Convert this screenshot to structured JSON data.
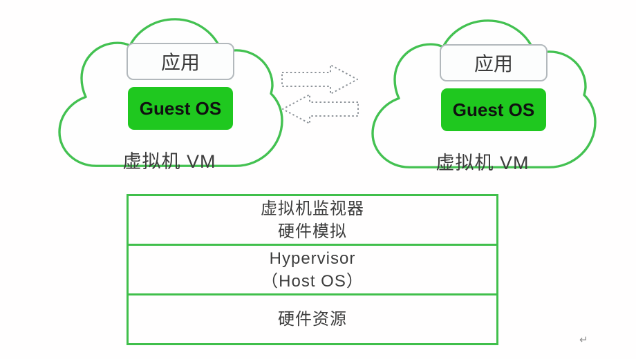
{
  "clouds": [
    {
      "app_label": "应用",
      "os_label": "Guest OS",
      "caption": "虚拟机 VM"
    },
    {
      "app_label": "应用",
      "os_label": "Guest OS",
      "caption": "虚拟机 VM"
    }
  ],
  "arrows": {
    "top_direction": "right",
    "bottom_direction": "left"
  },
  "stack": {
    "layers": [
      {
        "lines": [
          "虚拟机监视器",
          "硬件模拟"
        ]
      },
      {
        "lines": [
          "Hypervisor",
          "（Host OS）"
        ]
      },
      {
        "lines": [
          "硬件资源"
        ]
      }
    ]
  },
  "misc": {
    "return_mark": "↵"
  },
  "colors": {
    "cloud_border_green": "#43c151",
    "stack_border_green": "#40bf4b",
    "guest_os_fill": "#1fc81f",
    "arrow_gray": "#8e949a",
    "text_dark": "#3c3c3c",
    "app_box_border": "#b2b8bc"
  }
}
